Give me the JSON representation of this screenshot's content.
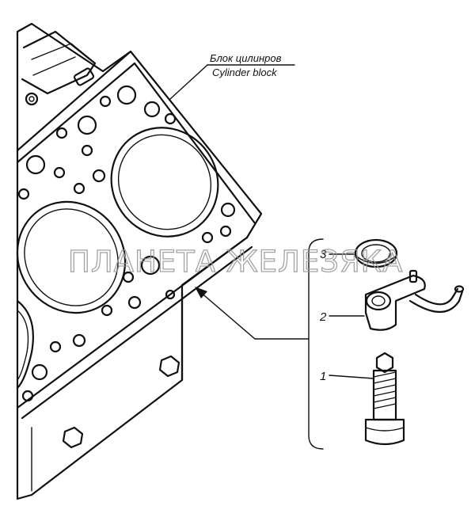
{
  "block_label": {
    "ru": "Блок цилинров",
    "en": "Cylinder block"
  },
  "callouts": [
    {
      "number": "3",
      "part": "o-ring"
    },
    {
      "number": "2",
      "part": "oil-nozzle"
    },
    {
      "number": "1",
      "part": "bolt"
    }
  ],
  "watermark": "ПЛАНЕТА ЖЕЛЕЗЯКА",
  "colors": {
    "ink": "#111111",
    "watermark": "#9a9a9a",
    "background": "#ffffff"
  }
}
